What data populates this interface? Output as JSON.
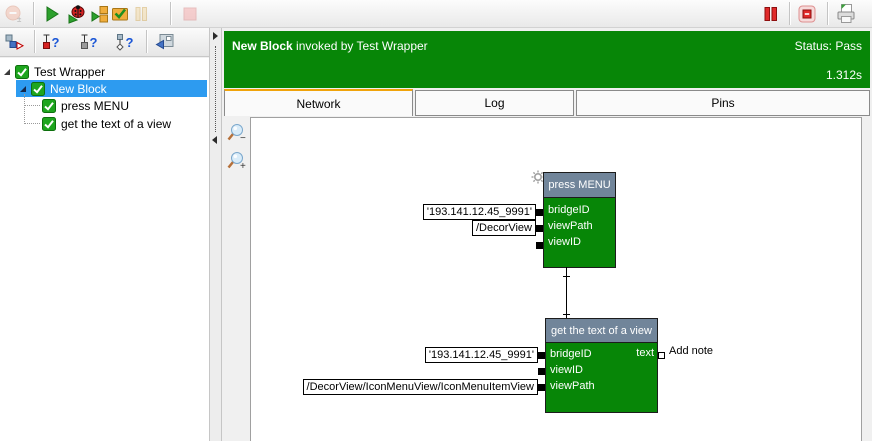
{
  "colors": {
    "pass_green": "#078607",
    "node_header_slate": "#71859a",
    "selection_blue": "#2d9bf0",
    "tab_accent_orange": "#f0a30a",
    "checkbox_green": "#1ea51e"
  },
  "toolbar": {
    "row1_icons": [
      "record-icon (disabled)",
      "run-icon",
      "debug-icon",
      "run-block-icon",
      "verify-icon",
      "pause-icon (disabled)",
      "stop-icon (disabled)",
      "pause-active-icon",
      "halt-icon",
      "print-icon"
    ],
    "row2_icons": [
      "sync-selection-icon",
      "breakpoint-red-question-icon",
      "breakpoint-gray-question-icon",
      "breakpoint-diamond-question-icon",
      "go-to-parent-icon"
    ]
  },
  "header": {
    "block_name": "New Block",
    "invoked_text": "invoked by Test Wrapper",
    "status": "Status: Pass",
    "duration": "1.312s"
  },
  "tabs": {
    "network": "Network",
    "log": "Log",
    "pins": "Pins"
  },
  "tree": {
    "items": [
      {
        "label": "Test Wrapper",
        "level": 0,
        "expanded": true,
        "checked": true,
        "selected": false
      },
      {
        "label": "New Block",
        "level": 1,
        "expanded": true,
        "checked": true,
        "selected": true
      },
      {
        "label": "press MENU",
        "level": 2,
        "checked": true,
        "selected": false
      },
      {
        "label": "get the text of a view",
        "level": 2,
        "checked": true,
        "selected": false
      }
    ]
  },
  "zoom_tools": {
    "zoom_out": "zoom-out",
    "zoom_in": "zoom-in"
  },
  "nodes": {
    "node1": {
      "title": "press MENU",
      "rows": [
        "bridgeID",
        "viewPath",
        "viewID"
      ],
      "values": {
        "bridgeID": "'193.141.12.45_9991'",
        "viewPath": "/DecorView"
      }
    },
    "node2": {
      "title": "get the text of a view",
      "rows": [
        "bridgeID",
        "viewID",
        "viewPath"
      ],
      "values": {
        "bridgeID": "'193.141.12.45_9991'",
        "viewPath": "/DecorView/IconMenuView/IconMenuItemView"
      },
      "output_label": "text",
      "note_label": "Add note"
    }
  }
}
